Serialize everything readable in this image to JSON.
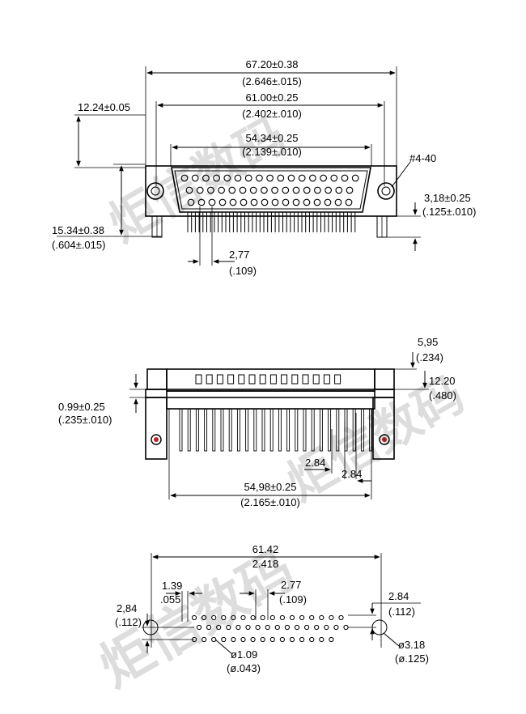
{
  "top_view": {
    "overall_width": {
      "mm": "67.20±0.38",
      "inch": "(2.646±.015)"
    },
    "mount_spacing": {
      "mm": "61.00±0.25",
      "inch": "(2.402±.010)"
    },
    "shell_width": {
      "mm": "54.34±0.25",
      "inch": "(2.139±.010)"
    },
    "flange_height": {
      "mm": "12.24±0.05"
    },
    "overall_height": {
      "mm": "15.34±0.38",
      "inch": "(.604±.015)"
    },
    "screw_label": "#4-40",
    "board_standoff": {
      "mm": "3,18±0.25",
      "inch": "(.125±.010)"
    },
    "pin_pitch": {
      "mm": "2,77",
      "inch": "(.109)"
    }
  },
  "side_view": {
    "top_offset": {
      "mm": "5,95",
      "inch": "(.234)"
    },
    "height": {
      "mm": "12.20",
      "inch": "(.480)"
    },
    "flange_thickness": {
      "mm": "0.99±0.25",
      "inch": "(.235±.010)"
    },
    "row_spacing_a": {
      "mm": "2.84"
    },
    "row_spacing_b": {
      "mm": "2.84"
    },
    "pin_span": {
      "mm": "54,98±0.25",
      "inch": "(2.165±.010)"
    }
  },
  "footprint": {
    "hole_spacing": {
      "mm": "61.42",
      "inch": "2.418"
    },
    "row_offset": {
      "mm": "1.39",
      "inch": ".055"
    },
    "pin_pitch": {
      "mm": "2.77",
      "inch": "(.109)"
    },
    "left_offset": {
      "mm": "2,84",
      "inch": "(.112)"
    },
    "right_offset": {
      "mm": "2.84",
      "inch": "(.112)"
    },
    "pin_hole": {
      "mm": "ø1.09",
      "inch": "(ø.043)"
    },
    "mount_hole": {
      "mm": "ø3.18",
      "inch": "(ø.125)"
    }
  },
  "watermark": {
    "text_a": "炬信数码",
    "text_b": "炬信数码",
    "text_c": "炬信数码"
  }
}
